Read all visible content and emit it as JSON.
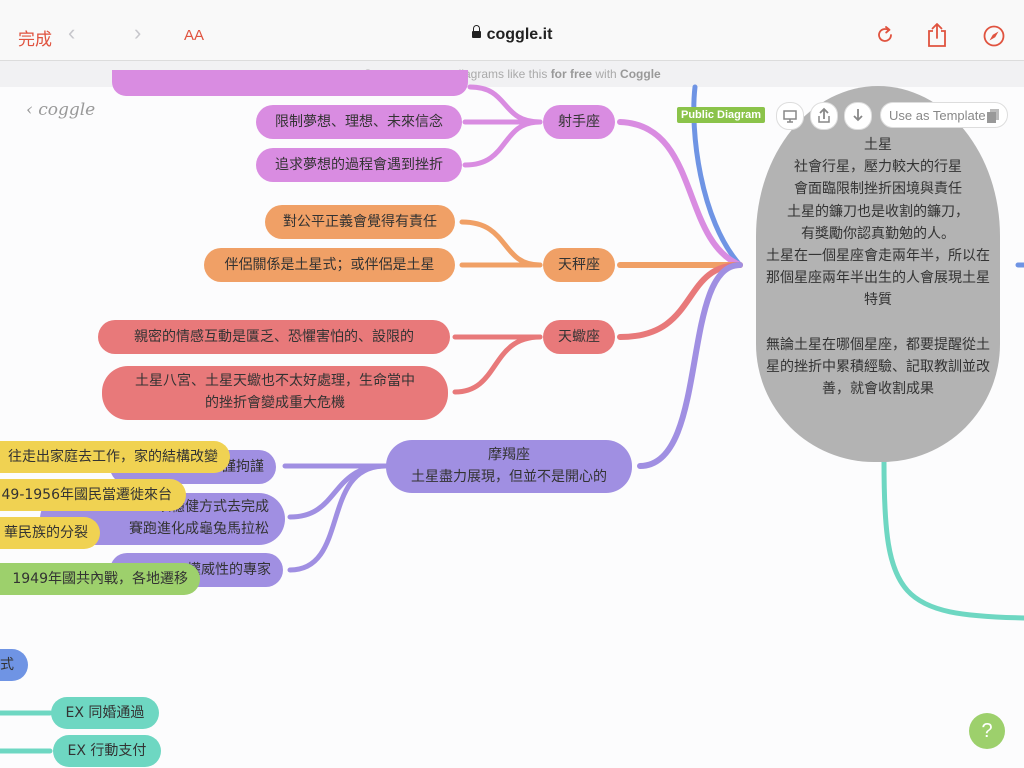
{
  "browser": {
    "done_label": "完成",
    "back_glyph": "‹",
    "forward_glyph": "›",
    "text_size_label": "AA",
    "url": "coggle.it",
    "accent": "#e0533f"
  },
  "banner": {
    "prefix": "Create your own diagrams like this ",
    "bold": "for free",
    "middle": " with ",
    "brand": "Coggle"
  },
  "toolbar": {
    "logo": "coggle",
    "public_label": "Public Diagram",
    "template_label": "Use as Template"
  },
  "central": {
    "lines": [
      "土星",
      "社會行星，壓力較大的行星",
      "會面臨限制挫折困境與責任",
      "土星的鐮刀也是收割的鐮刀，",
      "有獎勵你認真勤勉的人。",
      "土星在一個星座會走兩年半，所以在",
      "那個星座兩年半出生的人會展現土星",
      "特質",
      "",
      "無論土星在哪個星座，都要提醒從土",
      "星的挫折中累積經驗、記取教訓並改",
      "善，就會收割成果"
    ]
  },
  "nodes": {
    "sagittarius": {
      "label": "射手座"
    },
    "sag_child1": {
      "label": "限制夢想、理想、未來信念"
    },
    "sag_child2": {
      "label": "追求夢想的過程會遇到挫折"
    },
    "libra": {
      "label": "天秤座"
    },
    "libra_child1": {
      "label": "對公平正義會覺得有責任"
    },
    "libra_child2": {
      "label": "伴侶關係是土星式；或伴侶是土星"
    },
    "scorpio": {
      "label": "天蠍座"
    },
    "scorpio_child1": {
      "label": "親密的情感互動是匱乏、恐懼害怕的、設限的"
    },
    "scorpio_child2": {
      "line1": "土星八宮、土星天蠍也不太好處理，生命當中",
      "line2": "的挫折會變成重大危機"
    },
    "capricorn": {
      "line1": "摩羯座",
      "line2": "土星盡力展現，但並不是開心的"
    },
    "cap_child1": {
      "label": "謹拘謹"
    },
    "cap_child2": {
      "line1": "以穩健方式去完成",
      "line2": "賽跑進化成龜兔馬拉松"
    },
    "cap_child3": {
      "label": "權威性的專家"
    },
    "yellow1": {
      "label": "往走出家庭去工作，家的結構改變"
    },
    "yellow2": {
      "label": "49-1956年國民當遷徙來台"
    },
    "yellow3": {
      "label": "華民族的分裂"
    },
    "green1": {
      "label": "1949年國共內戰，各地遷移"
    },
    "blue1": {
      "label": "式"
    },
    "teal1": {
      "label": "EX 同婚通過"
    },
    "teal2": {
      "label": "EX 行動支付"
    }
  },
  "help_label": "?"
}
